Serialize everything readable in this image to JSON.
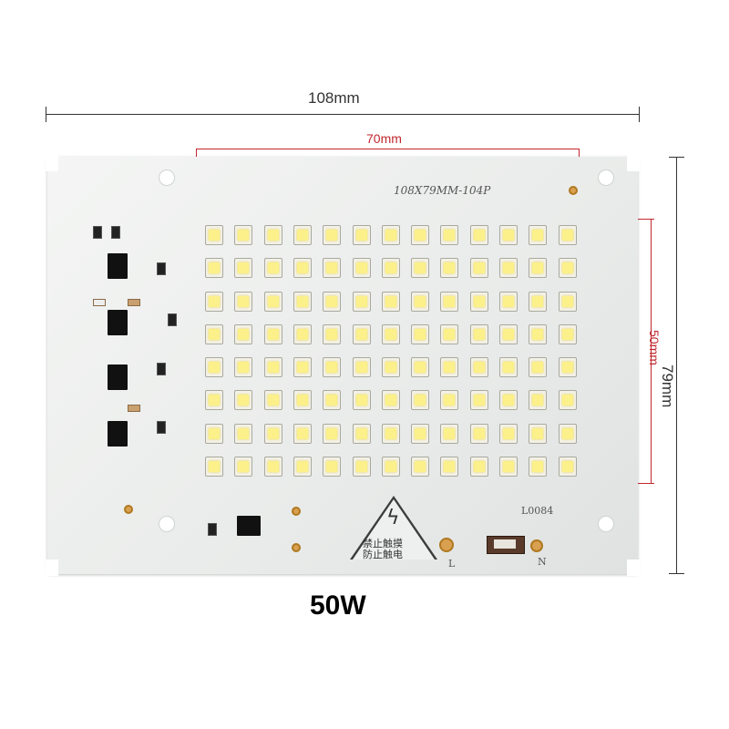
{
  "dimensions": {
    "width_outer": "108mm",
    "width_inner": "70mm",
    "height_outer": "79mm",
    "height_inner": "50mm"
  },
  "board": {
    "silkscreen_model": "108X79MM-104P",
    "silkscreen_code": "L0084",
    "warning_line1": "禁止触摸",
    "warning_line2": "防止触电",
    "label_l": "L",
    "label_n": "N",
    "led_grid": {
      "rows": 8,
      "cols": 13
    }
  },
  "caption": "50W",
  "colors": {
    "dimension_accent": "#c0282e",
    "board": "#eceeed"
  }
}
